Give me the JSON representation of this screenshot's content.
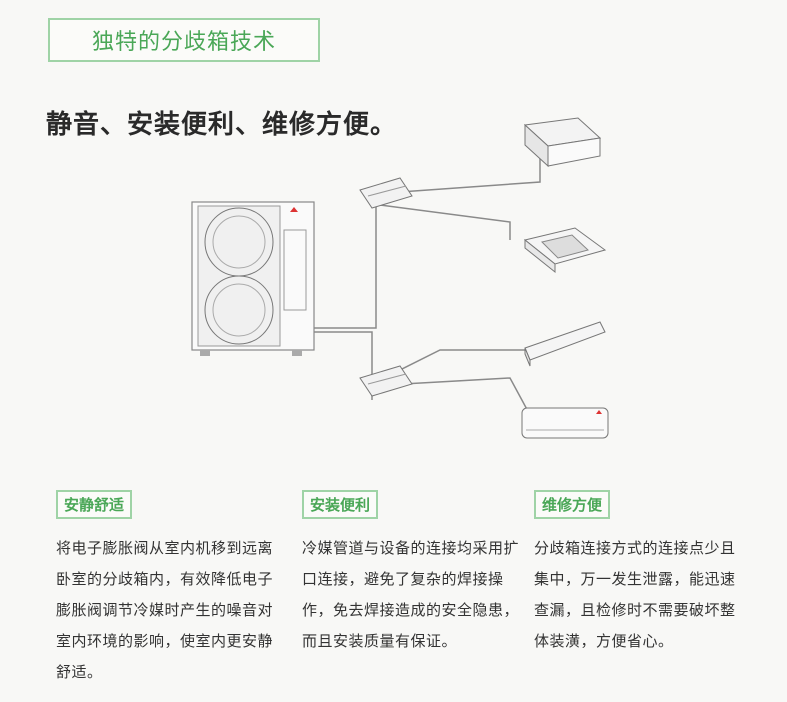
{
  "title": "独特的分歧箱技术",
  "headline": "静音、安装便利、维修方便。",
  "features": [
    {
      "label": "安静舒适",
      "text": "将电子膨胀阀从室内机移到远离卧室的分歧箱内，有效降低电子膨胀阀调节冷媒时产生的噪音对室内环境的影响，使室内更安静舒适。"
    },
    {
      "label": "安装便利",
      "text": "冷媒管道与设备的连接均采用扩口连接，避免了复杂的焊接操作，免去焊接造成的安全隐患，而且安装质量有保证。"
    },
    {
      "label": "维修方便",
      "text": "分歧箱连接方式的连接点少且集中，万一发生泄露，能迅速查漏，且检修时不需要破坏整体装潢，方便省心。"
    }
  ],
  "colors": {
    "accent": "#4aa757",
    "border": "#9fd3a6",
    "text": "#333333"
  }
}
